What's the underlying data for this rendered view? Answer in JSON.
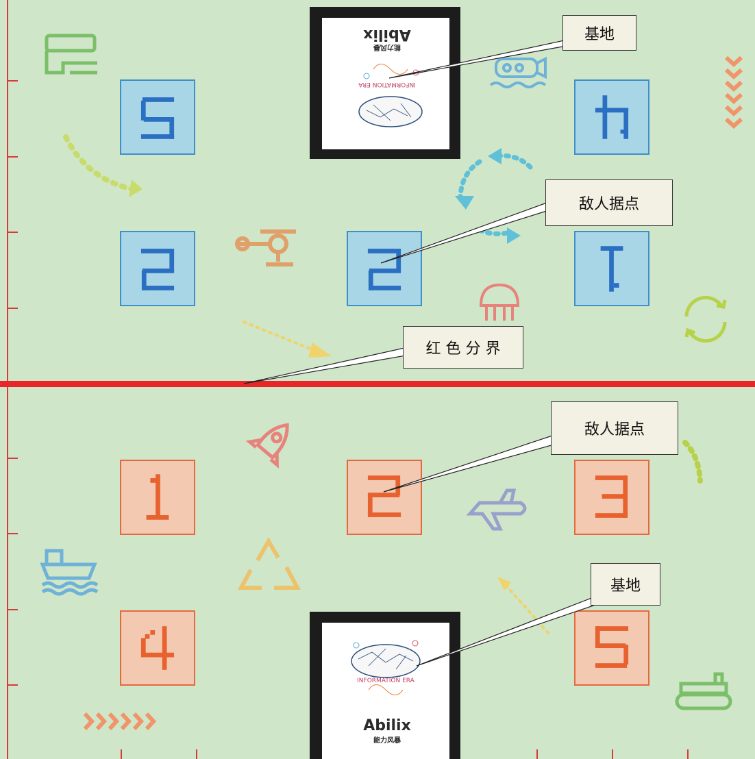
{
  "callouts": [
    {
      "id": "base-top",
      "label": "基地"
    },
    {
      "id": "enemy-top",
      "label": "敌人据点"
    },
    {
      "id": "boundary",
      "label": "红 色 分 界"
    },
    {
      "id": "enemy-bottom",
      "label": "敌人据点"
    },
    {
      "id": "base-bottom",
      "label": "基地"
    }
  ],
  "tiles": {
    "top": [
      "5",
      "2",
      "4",
      "2",
      "1"
    ],
    "bottom": [
      "1",
      "2",
      "3",
      "4",
      "5"
    ]
  },
  "base": {
    "brand": "Abilix",
    "brand_sub": "能力风暴",
    "caption": "INFORMATION ERA"
  },
  "colors": {
    "board": "#cfe6c9",
    "boundary": "#e8262a",
    "blue_tile": "#a9d6e6",
    "orange_tile": "#f4c9b2"
  }
}
